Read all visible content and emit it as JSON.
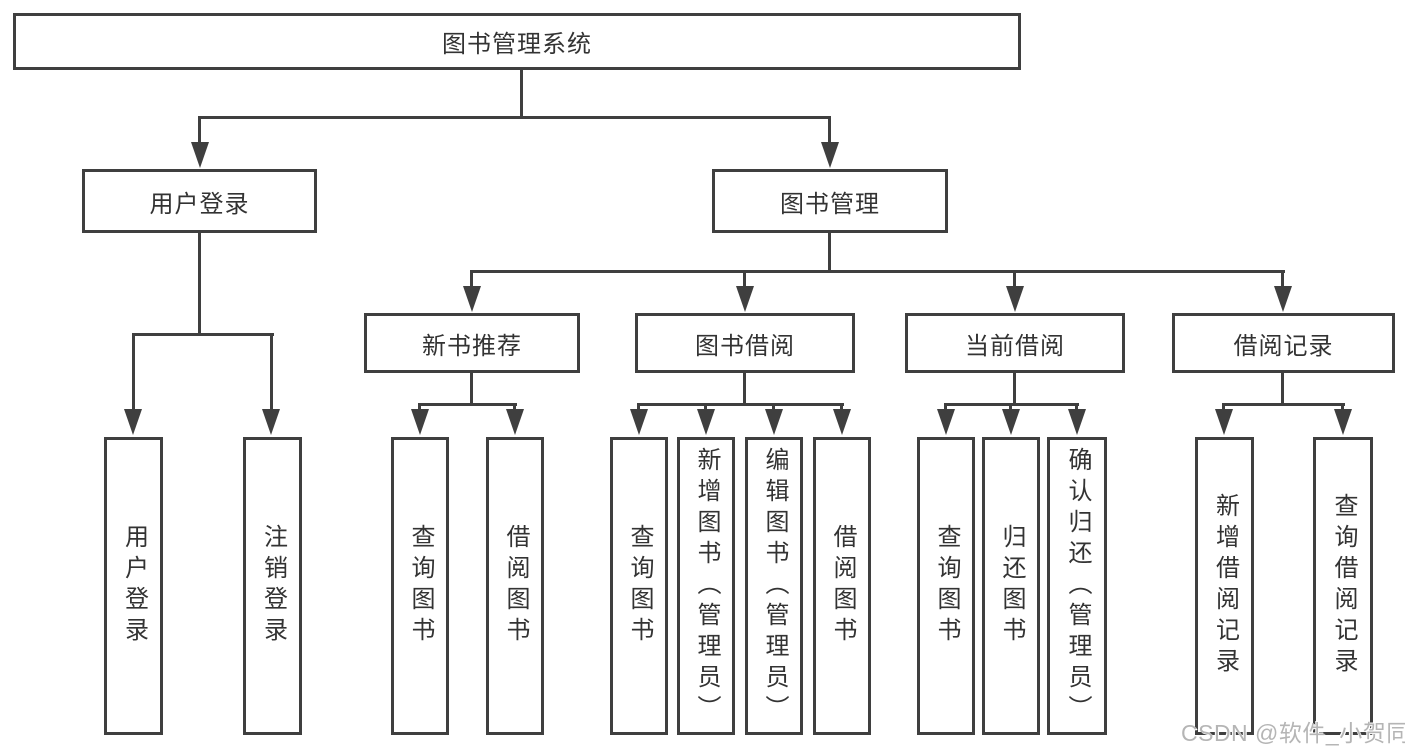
{
  "colors": {
    "line": "#3f3f3f",
    "text": "#333333",
    "bg": "#ffffff",
    "watermark": "#b5b5b5"
  },
  "tree": {
    "root": "图书管理系统",
    "branches": [
      {
        "label": "用户登录",
        "children": [
          "用户登录",
          "注销登录"
        ]
      },
      {
        "label": "图书管理",
        "groups": [
          {
            "label": "新书推荐",
            "children": [
              "查询图书",
              "借阅图书"
            ]
          },
          {
            "label": "图书借阅",
            "children": [
              "查询图书",
              "新增图书（管理员）",
              "编辑图书（管理员）",
              "借阅图书"
            ]
          },
          {
            "label": "当前借阅",
            "children": [
              "查询图书",
              "归还图书",
              "确认归还（管理员）"
            ]
          },
          {
            "label": "借阅记录",
            "children": [
              "新增借阅记录",
              "查询借阅记录"
            ]
          }
        ]
      }
    ]
  },
  "watermark": {
    "text": "CSDN @软件_小贺同学"
  }
}
